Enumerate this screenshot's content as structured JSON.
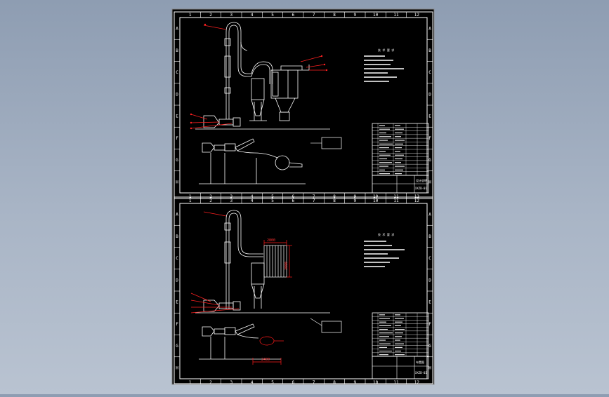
{
  "columns": [
    "1",
    "2",
    "3",
    "4",
    "5",
    "6",
    "7",
    "8",
    "9",
    "10",
    "11",
    "12"
  ],
  "rows": [
    "A",
    "B",
    "C",
    "D",
    "E",
    "F",
    "G",
    "H"
  ],
  "sheet1": {
    "notes_title": "技 术 要 求",
    "title_block": {
      "name": "设计说明",
      "drawing_no": "XXZB-01"
    }
  },
  "sheet2": {
    "notes_title": "技 术 要 求",
    "dim_width": "2800",
    "dim_height": "3000",
    "dim_base": "2400",
    "title_block": {
      "name": "布置图",
      "drawing_no": "XXZB-02"
    }
  },
  "colors": {
    "paper": "#000000",
    "frame": "#ffffff",
    "pipe": "#ffffff",
    "dimension": "#ff1a1a",
    "leader": "#ff2020"
  }
}
